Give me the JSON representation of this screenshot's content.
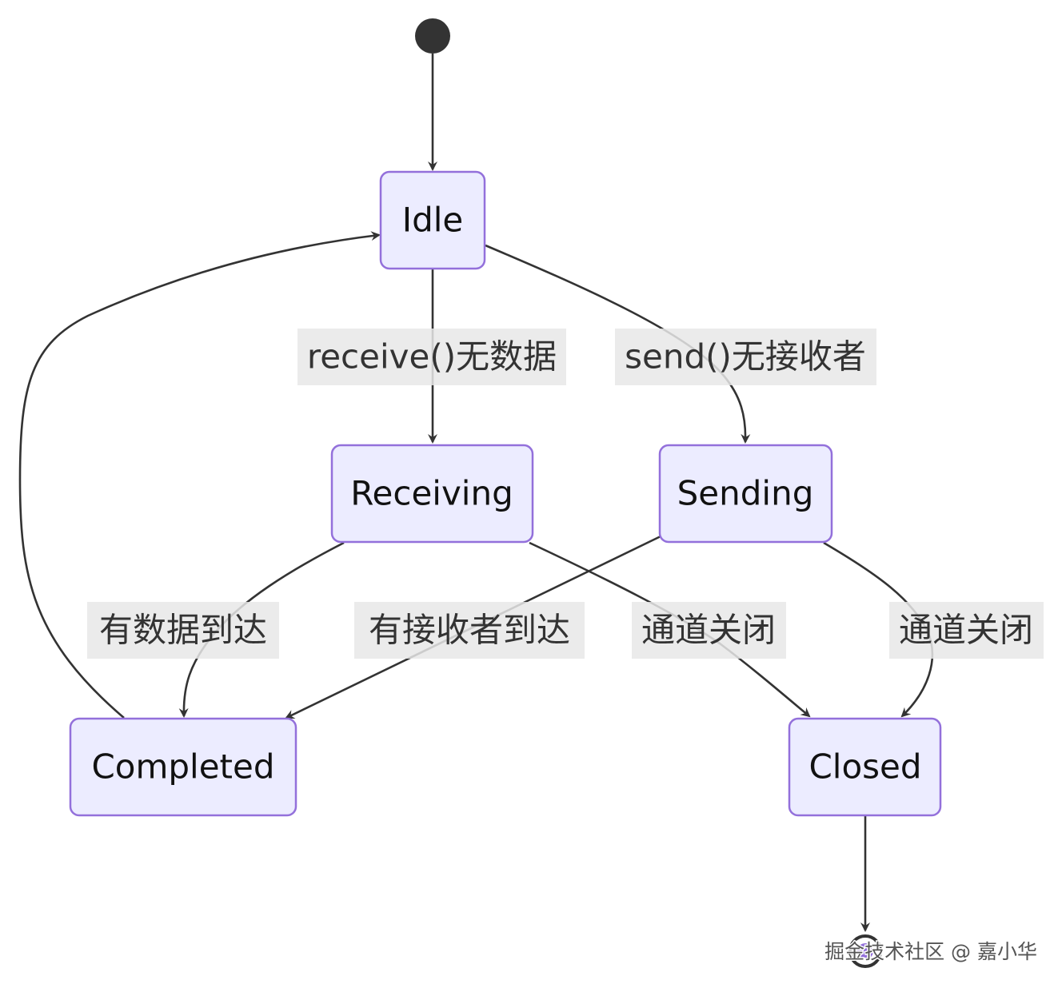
{
  "diagram": {
    "type": "state-diagram",
    "states": {
      "idle": "Idle",
      "receiving": "Receiving",
      "sending": "Sending",
      "completed": "Completed",
      "closed": "Closed"
    },
    "transitions": {
      "idle_to_receiving": "receive()无数据",
      "idle_to_sending": "send()无接收者",
      "receiving_to_completed": "有数据到达",
      "sending_to_completed": "有接收者到达",
      "receiving_to_closed": "通道关闭",
      "sending_to_closed": "通道关闭"
    },
    "colors": {
      "state_fill": "#ececff",
      "state_border": "#9370db",
      "edge": "#333333",
      "label_background": "#e8e8e8"
    }
  },
  "watermark": "掘金技术社区 @ 嘉小华"
}
